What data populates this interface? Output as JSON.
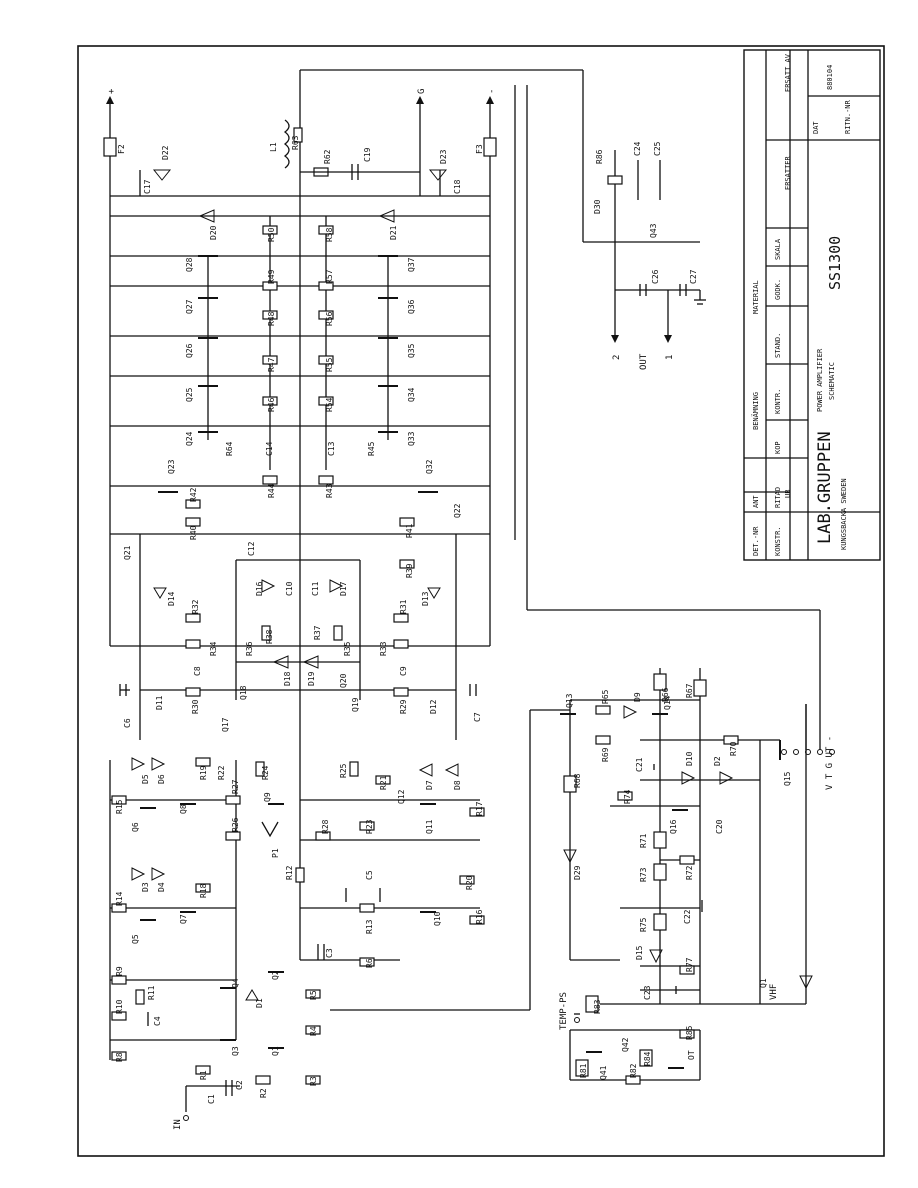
{
  "title_block": {
    "company": "LAB.GRUPPEN",
    "location": "KUNGSBACKA    SWEDEN",
    "title_line1": "POWER AMPLIFIER",
    "title_line2": "SCHEMATIC",
    "drawing_name": "SS1300",
    "date": "880104",
    "headers": {
      "det_nr": "DET.-NR",
      "ant": "ANT",
      "benamning": "BENÄMNING",
      "material": "MATERIAL",
      "ersatt_av": "ERSATT AV",
      "konstr": "KONSTR.",
      "ritad": "RITAD",
      "ritad_val": "UB",
      "kop": "KOP",
      "kontr": "KONTR.",
      "stand": "STAND.",
      "godk": "GODK.",
      "skala": "SKALA",
      "ersatter": "ERSATTER",
      "dat": "DAT",
      "ritn_nr": "RITN.-NR"
    }
  },
  "terminals": {
    "in": "IN",
    "plus": "+",
    "g": "G",
    "minus": "-",
    "out": "OUT",
    "out1": "1",
    "out2": "2",
    "temp_ps": "TEMP-PS",
    "vhf": "VHF",
    "vtgut": "V  T  G  UT  -"
  },
  "components": {
    "fuses": [
      "F2",
      "F3"
    ],
    "inductor": "L1",
    "resistors": [
      "R1",
      "R2",
      "R3",
      "R4",
      "R5",
      "R6",
      "R8",
      "R9",
      "R10",
      "R11",
      "R12",
      "R13",
      "R14",
      "R15",
      "R16",
      "R17",
      "R18",
      "R19",
      "R20",
      "R21",
      "R22",
      "R23",
      "R24",
      "R25",
      "R26",
      "R27",
      "R28",
      "R29",
      "R30",
      "R31",
      "R32",
      "R33",
      "R34",
      "R35",
      "R36",
      "R37",
      "R38",
      "R39",
      "R40",
      "R41",
      "R42",
      "R43",
      "R44",
      "R45",
      "R46",
      "R47",
      "R48",
      "R49",
      "R50",
      "R54",
      "R55",
      "R56",
      "R57",
      "R58",
      "R62",
      "R63",
      "R64",
      "R65",
      "R66",
      "R67",
      "R68",
      "R69",
      "R70",
      "R71",
      "R72",
      "R73",
      "R74",
      "R75",
      "R77",
      "R81",
      "R82",
      "R83",
      "R84",
      "R85",
      "R86"
    ],
    "capacitors": [
      "C1",
      "C2",
      "C3",
      "C4",
      "C5",
      "C6",
      "C7",
      "C8",
      "C9",
      "C10",
      "C11",
      "C12",
      "C13",
      "C14",
      "C17",
      "C18",
      "C19",
      "C20",
      "C21",
      "C22",
      "C23",
      "C24",
      "C25",
      "C26",
      "C27"
    ],
    "transistors": [
      "Q1",
      "Q2",
      "Q3",
      "Q4",
      "Q5",
      "Q6",
      "Q7",
      "Q8",
      "Q9",
      "Q10",
      "Q11",
      "Q12",
      "Q13",
      "Q14",
      "Q15",
      "Q16",
      "Q17",
      "Q18",
      "Q19",
      "Q20",
      "Q21",
      "Q22",
      "Q23",
      "Q24",
      "Q25",
      "Q26",
      "Q27",
      "Q28",
      "Q32",
      "Q33",
      "Q34",
      "Q35",
      "Q36",
      "Q37",
      "Q41",
      "Q42",
      "Q43"
    ],
    "diodes": [
      "D1",
      "D2",
      "D3",
      "D4",
      "D5",
      "D6",
      "D7",
      "D8",
      "D9",
      "D10",
      "D11",
      "D12",
      "D13",
      "D14",
      "D15",
      "D16",
      "D17",
      "D18",
      "D19",
      "D20",
      "D21",
      "D22",
      "D23",
      "D29",
      "D30"
    ],
    "misc": [
      "P1",
      "OT",
      "Q1"
    ]
  }
}
